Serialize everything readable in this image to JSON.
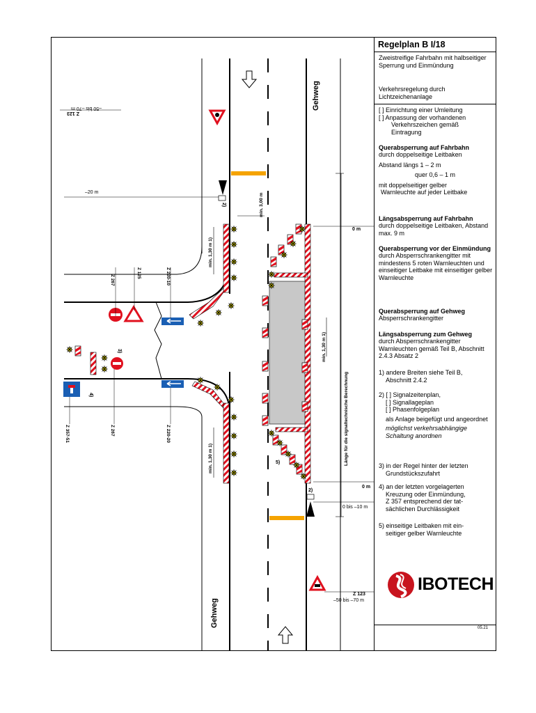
{
  "legend": {
    "title": "Regelplan B I/18",
    "subtitle": "Zweistreifige Fahrbahn mit halbseitiger Sperrung und Einmündung",
    "regulation": "Verkehrsregelung durch Lichtzeichenanlage",
    "checkbox_1": "[ ] Einrichtung einer Umleitung",
    "checkbox_2_line1": "[ ] Anpassung der vorhandenen",
    "checkbox_2_line2": "Verkehrszeichen gemäß",
    "checkbox_2_line3": "Eintragung",
    "sec1_title": "Querabsperrung auf Fahrbahn",
    "sec1_text": "durch doppelseitige Leitbaken",
    "sec1_abstand_laengs": "Abstand  längs      1 – 2 m",
    "sec1_abstand_quer": "quer    0,6 – 1 m",
    "sec1_text2_line1": "mit doppelseitiger gelber",
    "sec1_text2_line2": "Warnleuchte auf jeder Leitbake",
    "sec2_title": "Längsabsperrung auf Fahrbahn",
    "sec2_text": "durch doppelseitige Leitbaken, Abstand max. 9 m",
    "sec3_title": "Querabsperrung vor der Einmündung",
    "sec3_text": "durch Absperrschrankengitter mit mindestens 5 roten Warnleuchten und einseitiger Leitbake mit einseitiger gelber Warnleuchte",
    "sec4_title": "Querabsperrung auf Gehweg",
    "sec4_text": "Absperrschrankengitter",
    "sec5_title": "Längsabsperrung zum Gehweg",
    "sec5_text": "durch Absperrschrankengitter Warnleuchten gemäß Teil B, Abschnitt 2.4.3 Absatz 2",
    "note1_line1": "1) andere Breiten siehe Teil B,",
    "note1_line2": "Abschnitt 2.4.2",
    "note2_line1": "2) [ ] Signalzeitenplan,",
    "note2_line2": "[ ] Signallageplan",
    "note2_line3": "[ ] Phasenfolgeplan",
    "note2_line4": "als Anlage beigefügt und angeordnet",
    "note2_italic": "möglichst verkehrsabhängige Schaltung anordnen",
    "note3_line1": "3) in der Regel hinter der letzten",
    "note3_line2": "Grundstückszufahrt",
    "note4_line1": "4) an der letzten vorgelagerten",
    "note4_line2": "Kreuzung oder Einmündung,",
    "note4_line3": "Z 357 entsprechend der tat-",
    "note4_line4": "sächlichen Durchlässigkeit",
    "note5_line1": "5) einseitige Leitbaken mit ein-",
    "note5_line2": "seitiger gelber Warnleuchte",
    "logo": "IBOTECH",
    "date": "05.21"
  },
  "plan": {
    "gehweg": "Gehweg",
    "z123": "Z 123",
    "dist_50_70": "–50 bis –70 m",
    "dist_minus20": "–20 m",
    "zero_m": "0 m",
    "dist_0_10": "0 bis –10 m",
    "min_3m": "min. 3,00 m",
    "min_130": "min. 1,30 m 1)",
    "laenge_label": "Länge für die signaltechnische Berechnung",
    "note2": "2)",
    "note3": "3)",
    "note4": "4)",
    "note5": "5)",
    "z267": "Z 267",
    "z125": "Z 125",
    "z220_10": "Z 220-10",
    "z220_20": "Z 220-20",
    "z357_51": "Z 357-51"
  },
  "colors": {
    "orange_barrier": "#F5A300",
    "red": "#E0101E",
    "work_area": "#C8C8C8",
    "blue_sign": "#1A5FB4",
    "warning_light": "#F2E600"
  }
}
